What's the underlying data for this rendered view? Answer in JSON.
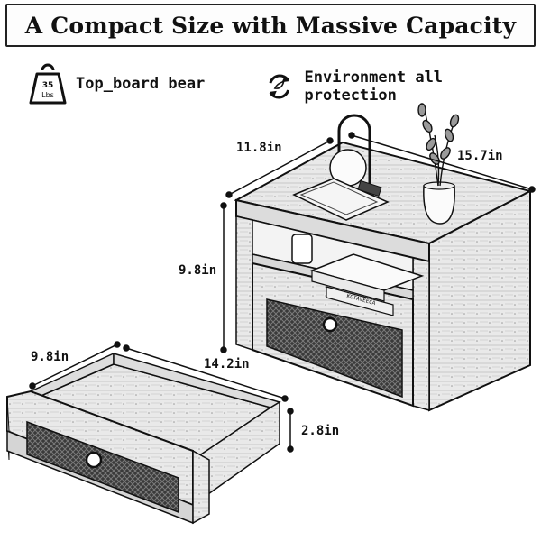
{
  "header": {
    "title": "A Compact Size with Massive Capacity"
  },
  "features": {
    "weight": {
      "icon": "weight-icon",
      "badge_value": "35",
      "badge_unit": "Lbs",
      "label": "Top_board bear"
    },
    "eco": {
      "icon": "recycle-icon",
      "label": "Environment all protection"
    }
  },
  "dimensions": {
    "cabinet_depth": "11.8in",
    "cabinet_width": "15.7in",
    "cabinet_height": "9.8in",
    "drawer_depth": "9.8in",
    "drawer_width": "14.2in",
    "drawer_height": "2.8in"
  },
  "book_spine_text": "KOTAVEECA"
}
